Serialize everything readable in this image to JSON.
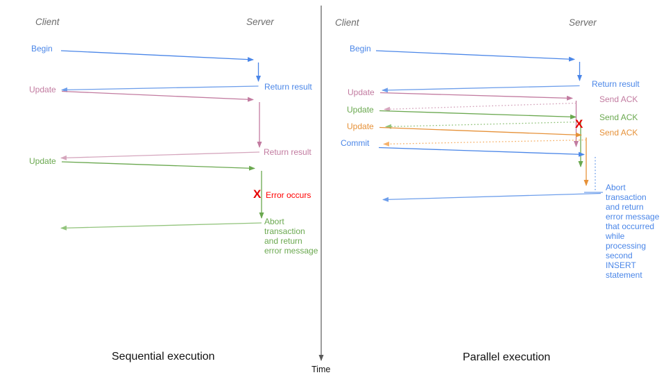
{
  "palette": {
    "blue": "#4a86e8",
    "blue_light": "#6d9eeb",
    "pink": "#c27ba0",
    "pink_light": "#d5a6bd",
    "green": "#6aa84f",
    "green_light": "#93c47d",
    "orange": "#e69138",
    "orange_light": "#f6b26b",
    "red": "#e60000",
    "gray": "#595959"
  },
  "left_panel": {
    "title": "Sequential execution",
    "client_header": "Client",
    "server_header": "Server",
    "labels": {
      "begin": "Begin",
      "return_result_1": "Return result",
      "update_1": "Update",
      "return_result_2": "Return result",
      "update_2": "Update",
      "error_mark": "X",
      "error_label": "Error occurs",
      "abort_note": "Abort\ntransaction\nand return\nerror message"
    }
  },
  "right_panel": {
    "title": "Parallel execution",
    "client_header": "Client",
    "server_header": "Server",
    "labels": {
      "begin": "Begin",
      "return_result": "Return result",
      "update_1": "Update",
      "send_ack_1": "Send ACK",
      "update_2": "Update",
      "send_ack_2": "Send ACK",
      "update_3": "Update",
      "send_ack_3": "Send ACK",
      "commit": "Commit",
      "error_mark": "X",
      "abort_note": "Abort\ntransaction\nand return\nerror message\nthat occurred\nwhile\nprocessing\nsecond\nINSERT\nstatement"
    }
  },
  "timeline": {
    "label": "Time"
  }
}
